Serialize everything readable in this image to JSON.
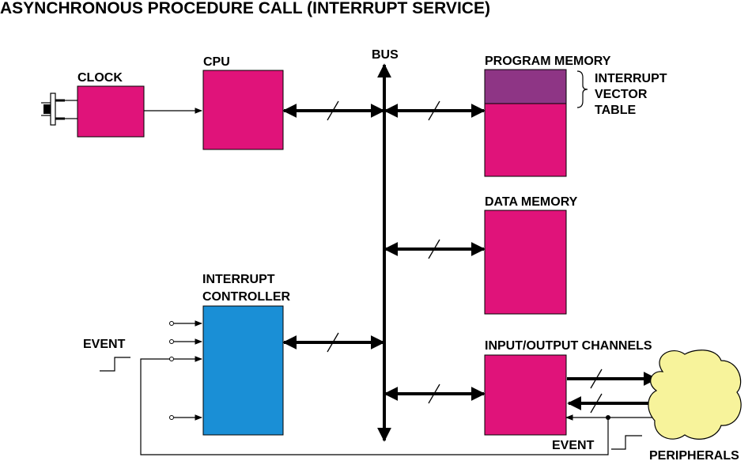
{
  "title": "ASYNCHRONOUS PROCEDURE CALL (INTERRUPT SERVICE)",
  "labels": {
    "clock": "CLOCK",
    "cpu": "CPU",
    "bus": "BUS",
    "program_memory": "PROGRAM MEMORY",
    "ivt_line1": "INTERRUPT",
    "ivt_line2": "VECTOR",
    "ivt_line3": "TABLE",
    "data_memory": "DATA MEMORY",
    "ic_line1": "INTERRUPT",
    "ic_line2": "CONTROLLER",
    "io_channels": "INPUT/OUTPUT CHANNELS",
    "event_left": "EVENT",
    "event_bottom": "EVENT",
    "peripherals": "PERIPHERALS"
  },
  "colors": {
    "magenta": "#e0137a",
    "purple": "#8e3585",
    "blue": "#1a8fd6",
    "peripherals": "#f7f39b",
    "line": "#000000"
  }
}
